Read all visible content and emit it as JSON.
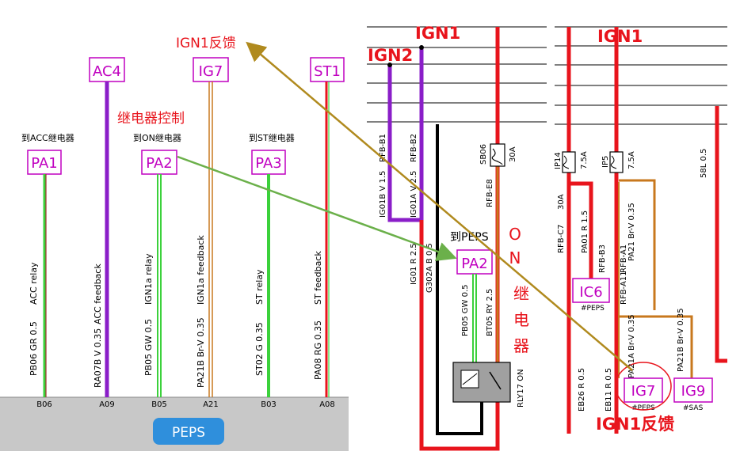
{
  "left_panel": {
    "feedback_title": "IGN1反馈",
    "relay_control": "继电器控制",
    "ecu_label": "PEPS",
    "top_boxes": [
      "AC4",
      "IG7",
      "ST1"
    ],
    "relay_boxes": [
      {
        "note": "到ACC继电器",
        "label": "PA1"
      },
      {
        "note": "到ON继电器",
        "label": "PA2"
      },
      {
        "note": "到ST继电器",
        "label": "PA3"
      }
    ],
    "wires": [
      {
        "function": "ACC relay",
        "code": "PB06 GR 0.5",
        "pin": "B06"
      },
      {
        "function": "ACC feedback",
        "code": "RA07B V 0.35",
        "pin": "A09"
      },
      {
        "function": "IGN1a relay",
        "code": "PB05 GW 0.5",
        "pin": "B05"
      },
      {
        "function": "IGN1a feedback",
        "code": "PA21B Br-V 0.35",
        "pin": "A21"
      },
      {
        "function": "ST relay",
        "code": "ST02 G 0.35",
        "pin": "B03"
      },
      {
        "function": "ST feedback",
        "code": "PA08 RG 0.35",
        "pin": "A08"
      }
    ]
  },
  "middle_panel": {
    "ign1": "IGN1",
    "ign2": "IGN2",
    "fuse_id": "SB06",
    "fuse_rating": "30A",
    "relay_note": "到PEPS",
    "relay_box": "PA2",
    "on_relay": [
      "O",
      "N",
      "继",
      "电",
      "器"
    ],
    "relay_name": "RLY17 ON",
    "wire_codes": [
      "RFB-B1",
      "RFB-B2",
      "IG01B V 1.5",
      "IG01A V 2.5",
      "RFB-E8",
      "IG01 R 2.5",
      "G302A B 0.5",
      "PB05 GW 0.5",
      "BT05 RY 2.5"
    ]
  },
  "right_panel": {
    "ign1": "IGN1",
    "feedback": "IGN1反馈",
    "fuses": [
      {
        "id": "IP14",
        "rating": "7.5A"
      },
      {
        "id": "IP5",
        "rating": "7.5A"
      }
    ],
    "ic6": "IC6",
    "ic6_sub": "#PEPS",
    "ig7": "IG7",
    "ig7_sub": "#PEPS",
    "ig9": "IG9",
    "ig9_sub": "#SAS",
    "wire_codes": [
      "PA01 R 1.5",
      "RFB-B3",
      "RFB-A1",
      "RFB-A11",
      "PA21 Br-V 0.35",
      "PA21A Br-V 0.35",
      "PA21B Br-V 0.35",
      "EB26 R 0.5",
      "EB11 R 0.5",
      "58L 0.5",
      "RFB-C7",
      "30A"
    ]
  },
  "colors": {
    "red": "#e8141c",
    "purple": "#8a1ec8",
    "green": "#3bd13b",
    "brown": "#c8781e",
    "arrow_brown": "#b08a1e",
    "arrow_green": "#6bb04a",
    "peps_blue": "#2f8fdc",
    "magenta": "#c000c0"
  }
}
